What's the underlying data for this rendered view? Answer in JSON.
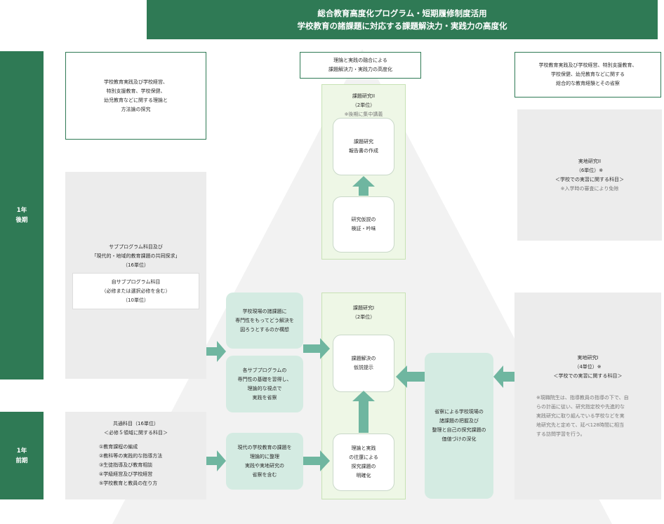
{
  "header": {
    "line1": "総合教育高度化プログラム・短期履修制度活用",
    "line2": "学校教育の諸課題に対応する課題解決力・実践力の高度化"
  },
  "years": {
    "second_term": [
      "1年",
      "後期"
    ],
    "first_term": [
      "1年",
      "前期"
    ]
  },
  "top_left": {
    "lines": [
      "学校教育実践及び学校経営、",
      "特別支援教育、学校保健、",
      "幼児教育などに関する理論と",
      "方法論の探究"
    ]
  },
  "top_center": {
    "lines": [
      "理論と実践の融合による",
      "課題解決力・実践力の高度化"
    ]
  },
  "top_right": {
    "lines": [
      "学校教育実践及び学校経営、特別支援教育、",
      "学校保健、幼児教育などに関する",
      "総合的な教育経験とその省察"
    ]
  },
  "sub_program": {
    "lines": [
      "サブプログラム科目及び",
      "「現代的・地域的教育課題の共同探求」",
      "（16単位）"
    ],
    "inner_lines": [
      "自サブプログラム科目",
      "（必修または選択必修を含む）",
      "（10単位）"
    ]
  },
  "common": {
    "lines": [
      "共通科目（16単位）",
      "＜必修５領域に関する科目＞"
    ],
    "items": [
      "①教育課程の編成",
      "②教科等の実践的な指導方法",
      "③生徒指導及び教育相談",
      "④学級経営及び学校経営",
      "⑤学校教育と教員の在り方"
    ]
  },
  "pills": {
    "p1": [
      "学校現場の諸課題に",
      "専門性をもってどう解決を",
      "図ろうとするのか構想"
    ],
    "p2": [
      "各サブプログラムの",
      "専門性の基礎を習得し、",
      "理論的な視点で",
      "実践を省察"
    ],
    "p3": [
      "現代の学校教育の課題を",
      "理論的に整理",
      "実践や実地研究の",
      "省察を含む"
    ],
    "p4": [
      "省察による学校現場の",
      "諸課題の把握及び",
      "整理と自己の探究課題の",
      "価値づけの深化"
    ]
  },
  "research2": {
    "lines": [
      "課題研究II",
      "（2単位）"
    ],
    "note": "※後期に集中講義",
    "box_top": [
      "課題研究",
      "報告書の作成"
    ],
    "box_bottom": [
      "研究仮説の",
      "検証・吟味"
    ]
  },
  "research1": {
    "lines": [
      "課題研究I",
      "（2単位）"
    ],
    "box_top": [
      "課題解決の",
      "仮説提示"
    ],
    "box_bottom": [
      "理論と実践",
      "の往還による",
      "探究課題の",
      "明確化"
    ]
  },
  "field2": {
    "lines": [
      "実地研究II",
      "（6単位）※",
      "＜学校での実習に関する科目＞"
    ],
    "note": "※入学時の審査により免除"
  },
  "field1": {
    "lines": [
      "実地研究I",
      "（4単位）※",
      "＜学校での実習に関する科目＞"
    ],
    "note": [
      "※現職院生は、指導教員の指導の下で、自",
      "らの計画に従い、研究指定校や先進的な",
      "実践研究に取り組んでいる学校などを実",
      "地研究先と定めて、延べ128時間に相当",
      "する訪問学習を行う。"
    ]
  },
  "colors": {
    "primary_green": "#2f7a55",
    "arrow_teal": "#6fb6a0",
    "pill_fill": "#d4ebe2",
    "light_green_panel": "#eef7e6",
    "grey_panel": "#ececec"
  }
}
